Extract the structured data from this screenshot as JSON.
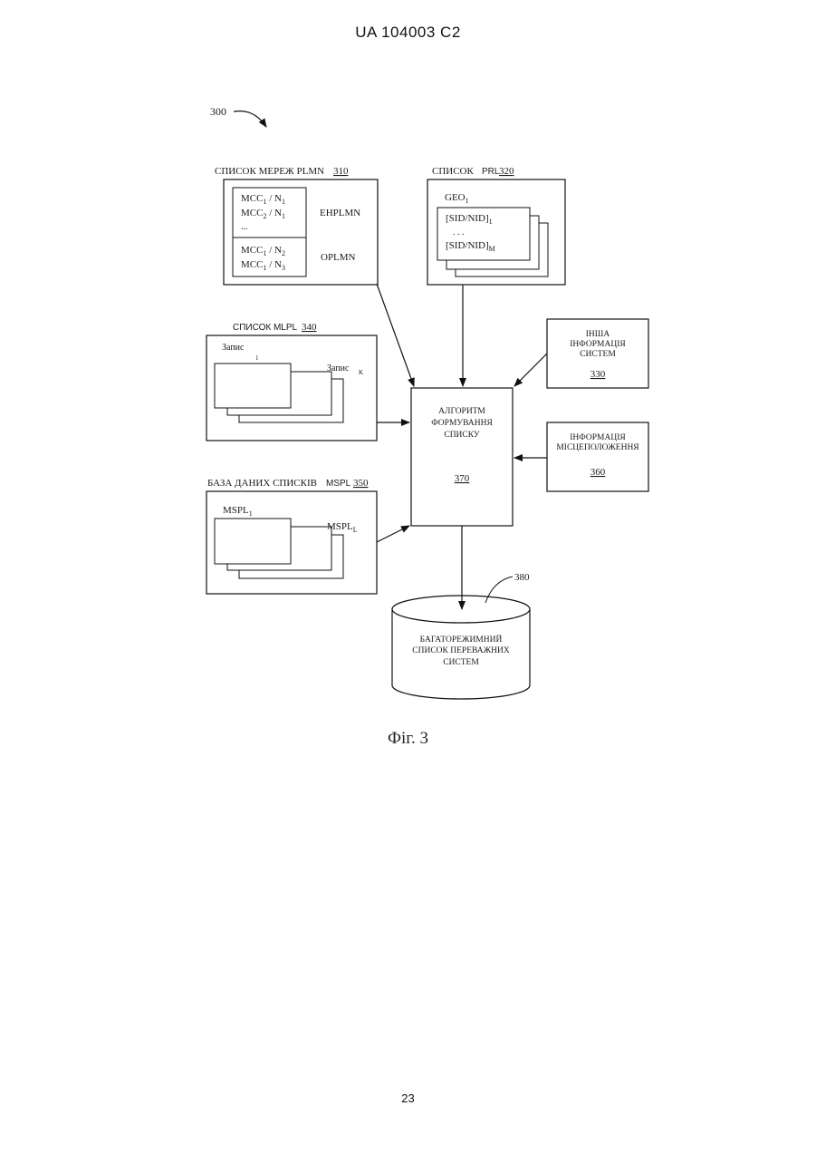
{
  "header": "UA   104003   C2",
  "page_number": "23",
  "figure_caption": "Фіг. 3",
  "diagram": {
    "ref_main": "300",
    "plmn": {
      "title": "СПИСОК МЕРЕЖ PLMN",
      "num": "310",
      "r1": "MCC",
      "r1a": "1",
      "r1b": " / N",
      "r1c": "1",
      "r2": "MCC",
      "r2a": "2",
      "r2b": " / N",
      "r2c": "1",
      "dots": "...",
      "r3": "MCC",
      "r3a": "1",
      "r3b": " / N",
      "r3c": "2",
      "r4": "MCC",
      "r4a": "1",
      "r4b": " / N",
      "r4c": "3",
      "ehplmn": "EHPLMN",
      "oplmn": "OPLMN"
    },
    "prl": {
      "title_a": "СПИСОК",
      "title_b": "PRL",
      "num": "320",
      "geo": "GEO",
      "geo_sub": "1",
      "sid1": "[SID/NID]",
      "sid1_sub": "1",
      "dots": ". . .",
      "sid2": "[SID/NID]",
      "sid2_sub": "M"
    },
    "mlpl": {
      "title": "СПИСОК MLPL",
      "num": "340",
      "rec1": "Запис",
      "rec1_sub": "1",
      "rec2": "Запис",
      "rec2_sub": "K"
    },
    "mspl": {
      "title_a": "БАЗА ДАНИХ СПИСКІВ",
      "title_b": "MSPL",
      "num": "350",
      "item1": "MSPL",
      "item1_sub": "1",
      "item2": "MSPL",
      "item2_sub": "L"
    },
    "other_info": {
      "l1": "ІНША",
      "l2": "ІНФОРМАЦІЯ",
      "l3": "СИСТЕМ",
      "num": "330"
    },
    "location": {
      "l1": "ІНФОРМАЦІЯ",
      "l2": "МІСЦЕПОЛОЖЕННЯ",
      "num": "360"
    },
    "algorithm": {
      "l1": "АЛГОРИТМ",
      "l2": "ФОРМУВАННЯ",
      "l3": "СПИСКУ",
      "num": "370"
    },
    "database": {
      "num": "380",
      "l1": "БАГАТОРЕЖИМНИЙ",
      "l2": "СПИСОК ПЕРЕВАЖНИХ",
      "l3": "СИСТЕМ"
    }
  }
}
